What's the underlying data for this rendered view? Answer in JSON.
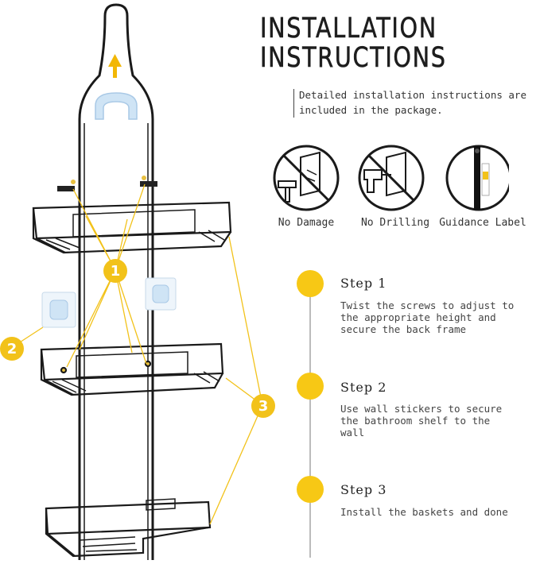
{
  "title": {
    "line1": "INSTALLATION",
    "line2": "INSTRUCTIONS"
  },
  "intro": "Detailed installation instructions are included in the package.",
  "badges": [
    {
      "label": "No Damage",
      "icon": "no-damage-icon"
    },
    {
      "label": "No Drilling",
      "icon": "no-drilling-icon"
    },
    {
      "label": "Guidance Label",
      "icon": "guidance-label-icon"
    }
  ],
  "steps": [
    {
      "title": "Step 1",
      "text": "Twist the screws to adjust to the appropriate height and secure the back frame"
    },
    {
      "title": "Step 2",
      "text": "Use wall stickers to secure the bathroom shelf to the wall"
    },
    {
      "title": "Step 3",
      "text": "Install the baskets and done"
    }
  ],
  "callouts": [
    "1",
    "2",
    "3"
  ],
  "colors": {
    "accent": "#f7c815",
    "frame": "#1a1a1a",
    "text": "#222222"
  }
}
